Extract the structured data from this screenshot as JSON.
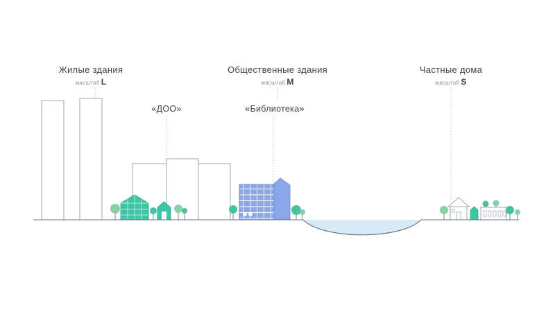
{
  "groups": [
    {
      "id": "residential",
      "title": "Жилые здания",
      "scale_prefix": "масштаб",
      "scale": "L"
    },
    {
      "id": "public",
      "title": "Общественные здания",
      "scale_prefix": "масштаб",
      "scale": "M"
    },
    {
      "id": "private",
      "title": "Частные дома",
      "scale_prefix": "масштаб",
      "scale": "S"
    }
  ],
  "callouts": [
    {
      "id": "doo",
      "label": "«ДОО»"
    },
    {
      "id": "library",
      "label": "«Библиотека»"
    }
  ],
  "colors": {
    "text": "#3c434a",
    "muted": "#8b929a",
    "outline": "#9aa4ad",
    "grid": "#ccd3d9",
    "ground": "#666f77",
    "leader": "#a7aeb6",
    "teal": "#3cc6a4",
    "teal-dark": "#27a98b",
    "blue": "#8ba7e8",
    "blue-dark": "#7190d6",
    "water": "#d7eaf6",
    "tree": "#49c09e",
    "tree-light": "#87cfa7",
    "trunk": "#5e6870"
  }
}
